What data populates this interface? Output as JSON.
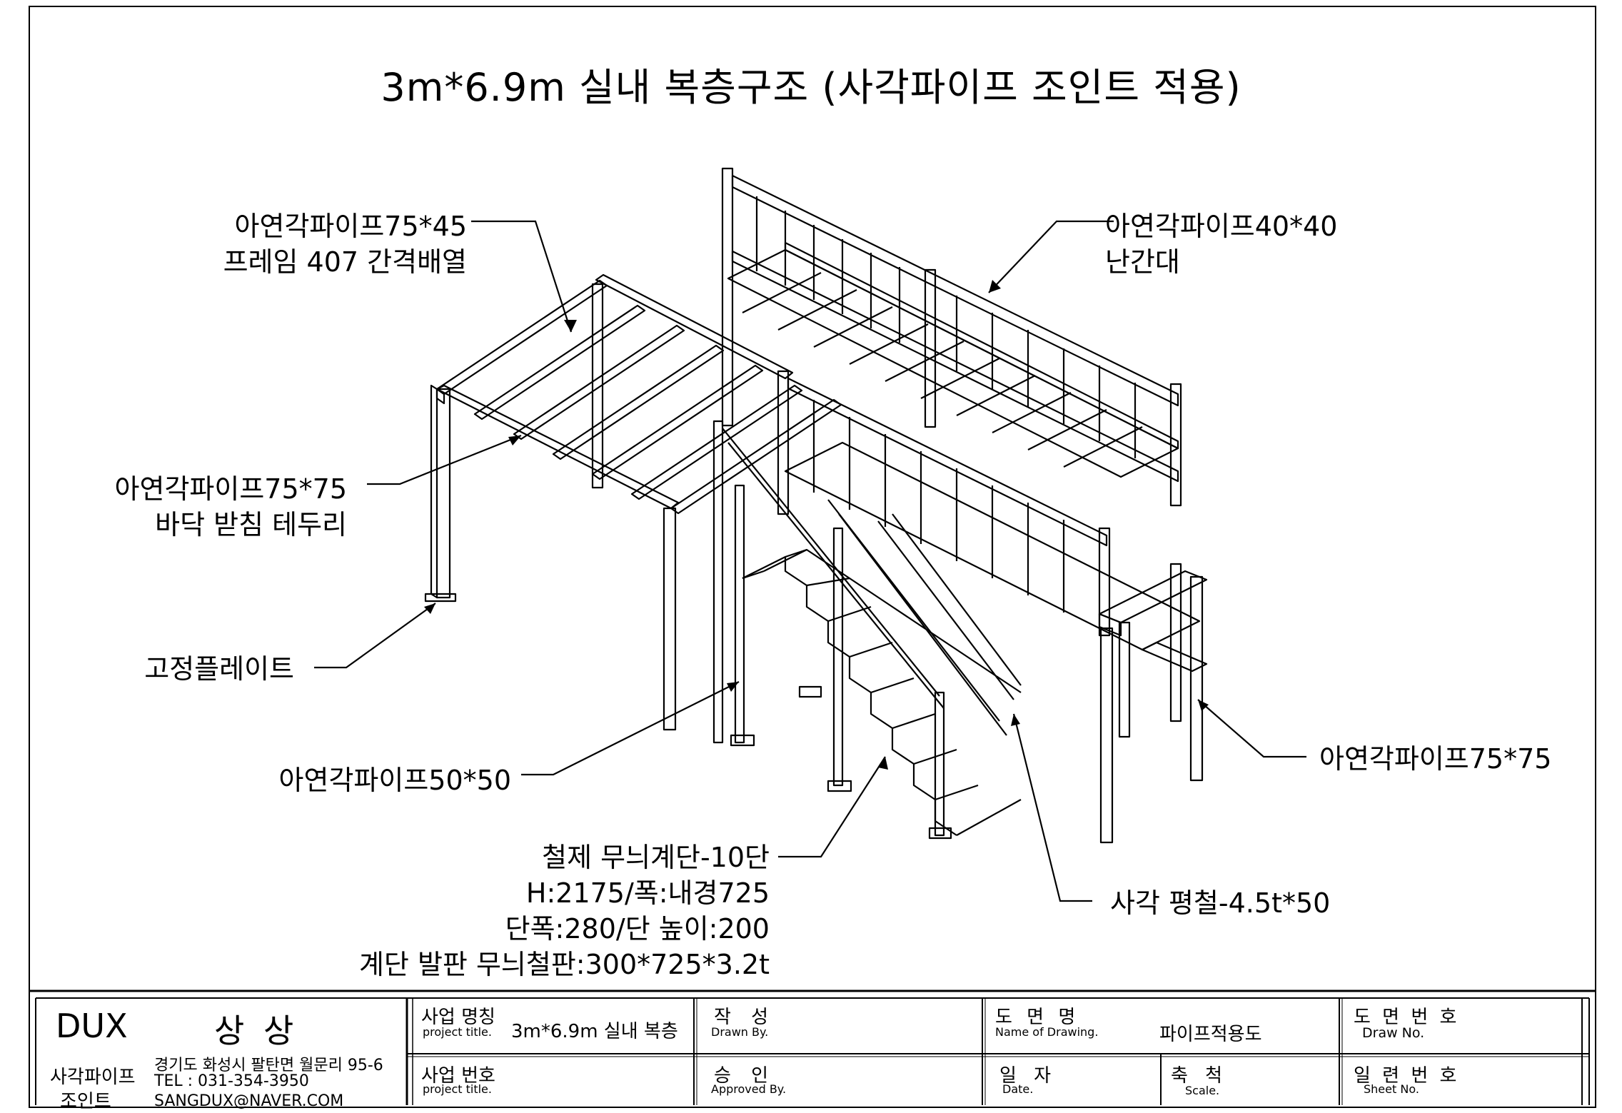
{
  "title": "3m*6.9m 실내 복층구조 (사각파이프 조인트 적용)",
  "callouts": {
    "frame": [
      "아연각파이프75*45",
      "프레임 407 간격배열"
    ],
    "railing": [
      "아연각파이프40*40",
      "난간대"
    ],
    "floor_edge": [
      "아연각파이프75*75",
      "바닥 받침 테두리"
    ],
    "plate": [
      "고정플레이트"
    ],
    "post50": [
      "아연각파이프50*50"
    ],
    "post75": [
      "아연각파이프75*75"
    ],
    "stairs": [
      "철제 무늬계단-10단",
      "H:2175/폭:내경725",
      "단폭:280/단 높이:200",
      "계단 발판 무늬철판:300*725*3.2t"
    ],
    "flatbar": [
      "사각 평철-4.5t*50"
    ]
  },
  "title_block": {
    "company": "DUX",
    "company_sub": [
      "사각파이프",
      "조인트"
    ],
    "brand": "상 상",
    "address": "경기도 화성시 팔탄면 월문리 95-6",
    "tel": "TEL : 031-354-3950",
    "email": "SANGDUX@NAVER.COM",
    "project_name_label": "사업 명칭",
    "project_name_en": "project title.",
    "project_name_value": "3m*6.9m 실내 복층",
    "project_no_label": "사업 번호",
    "project_no_en": "project title.",
    "drawn_label": "작 성",
    "drawn_en": "Drawn By.",
    "approved_label": "승 인",
    "approved_en": "Approved By.",
    "drawing_name_label": "도 면 명",
    "drawing_name_en": "Name of Drawing.",
    "drawing_name_value": "파이프적용도",
    "date_label": "일 자",
    "date_en": "Date.",
    "scale_label": "축 척",
    "scale_en": "Scale.",
    "draw_no_label": "도 면 번 호",
    "draw_no_en": "Draw No.",
    "sheet_no_label": "일 련 번 호",
    "sheet_no_en": "Sheet No."
  }
}
